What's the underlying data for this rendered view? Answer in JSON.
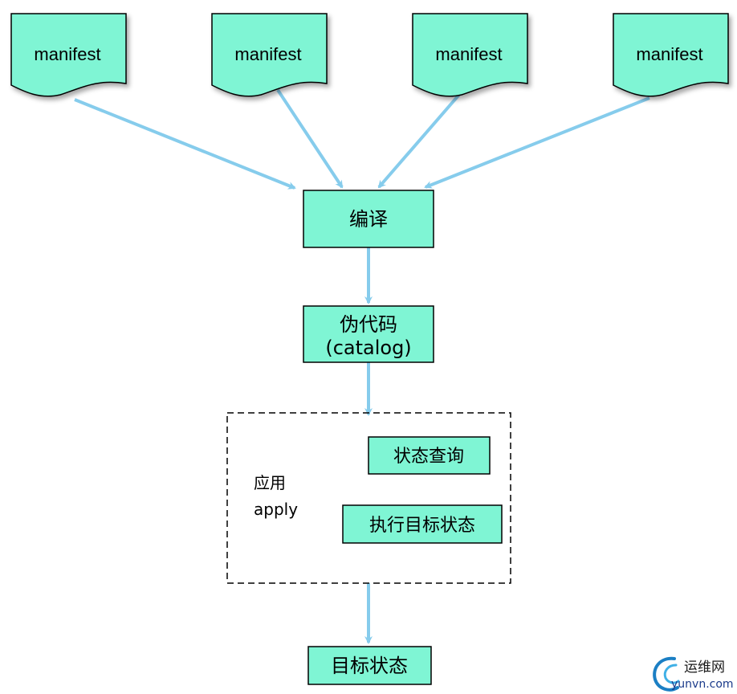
{
  "colors": {
    "node_fill": "#7ff5d4",
    "node_stroke": "#000000",
    "arrow": "#86ccec",
    "dashed_border": "#000000"
  },
  "manifests": [
    {
      "label": "manifest"
    },
    {
      "label": "manifest"
    },
    {
      "label": "manifest"
    },
    {
      "label": "manifest"
    }
  ],
  "compile": {
    "label": "编译"
  },
  "pseudocode": {
    "line1": "伪代码",
    "line2": "(catalog)"
  },
  "apply_group": {
    "label_line1": "应用",
    "label_line2": "apply",
    "state_query": "状态查询",
    "execute_target": "执行目标状态"
  },
  "target_state": {
    "label": "目标状态"
  },
  "watermark": {
    "name": "运维网",
    "domain": "yunvn.com",
    "icon": "swirl-logo-icon"
  }
}
